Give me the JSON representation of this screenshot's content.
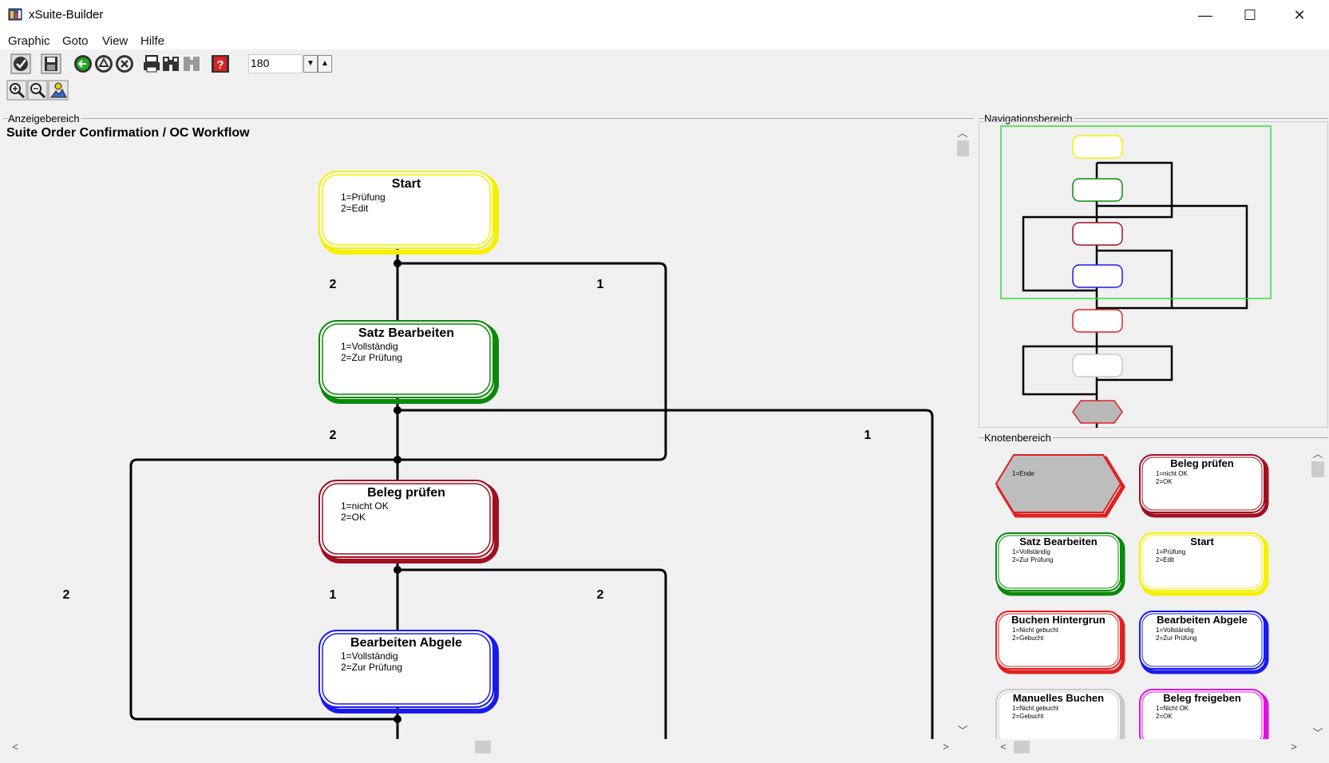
{
  "window": {
    "title": "xSuite-Builder",
    "minimize": "—",
    "maximize": "☐",
    "close": "✕"
  },
  "menu": [
    "Graphic",
    "Goto",
    "View",
    "Hilfe"
  ],
  "toolbar": {
    "zoom_value": "180"
  },
  "display_area": {
    "label": "Anzeigebereich",
    "title": "Suite Order Confirmation / OC Workflow"
  },
  "nav_area": {
    "label": "Navigationsbereich"
  },
  "node_area": {
    "label": "Knotenbereich"
  },
  "nodes": [
    {
      "name": "Start",
      "lines": [
        "1=Prüfung",
        "2=Edit"
      ],
      "color": "#f5f000"
    },
    {
      "name": "Satz Bearbeiten",
      "lines": [
        "1=Vollständig",
        "2=Zur Prüfung"
      ],
      "color": "#0a8a0a"
    },
    {
      "name": "Beleg prüfen",
      "lines": [
        "1=nicht OK",
        "2=OK"
      ],
      "color": "#a01020"
    },
    {
      "name": "Bearbeiten Abgele",
      "lines": [
        "1=Vollständig",
        "2=Zur Prüfung"
      ],
      "color": "#1a1aee"
    }
  ],
  "edge_labels": [
    "2",
    "1",
    "2",
    "1",
    "2",
    "1",
    "2"
  ],
  "palette": [
    {
      "name": "",
      "lines": [
        "1=Ende"
      ],
      "color": "#e02020",
      "shape": "hexagon"
    },
    {
      "name": "Beleg prüfen",
      "lines": [
        "1=nicht OK",
        "2=OK"
      ],
      "color": "#a01020",
      "shape": "rounded"
    },
    {
      "name": "Satz Bearbeiten",
      "lines": [
        "1=Vollständig",
        "2=Zur Prüfung"
      ],
      "color": "#0a8a0a",
      "shape": "rounded"
    },
    {
      "name": "Start",
      "lines": [
        "1=Prüfung",
        "2=Edit"
      ],
      "color": "#f5f000",
      "shape": "rounded"
    },
    {
      "name": "Buchen Hintergrun",
      "lines": [
        "1=Nicht gebucht",
        "2=Gebucht"
      ],
      "color": "#e02020",
      "shape": "rounded"
    },
    {
      "name": "Bearbeiten Abgele",
      "lines": [
        "1=Vollständig",
        "2=Zur Prüfung"
      ],
      "color": "#1a1aee",
      "shape": "rounded"
    },
    {
      "name": "Manuelles Buchen",
      "lines": [
        "1=Nicht gebucht",
        "2=Gebucht"
      ],
      "color": "#c8c8c8",
      "shape": "rounded"
    },
    {
      "name": "Beleg freigeben",
      "lines": [
        "1=Nicht OK",
        "2=OK"
      ],
      "color": "#e010e0",
      "shape": "rounded"
    }
  ]
}
